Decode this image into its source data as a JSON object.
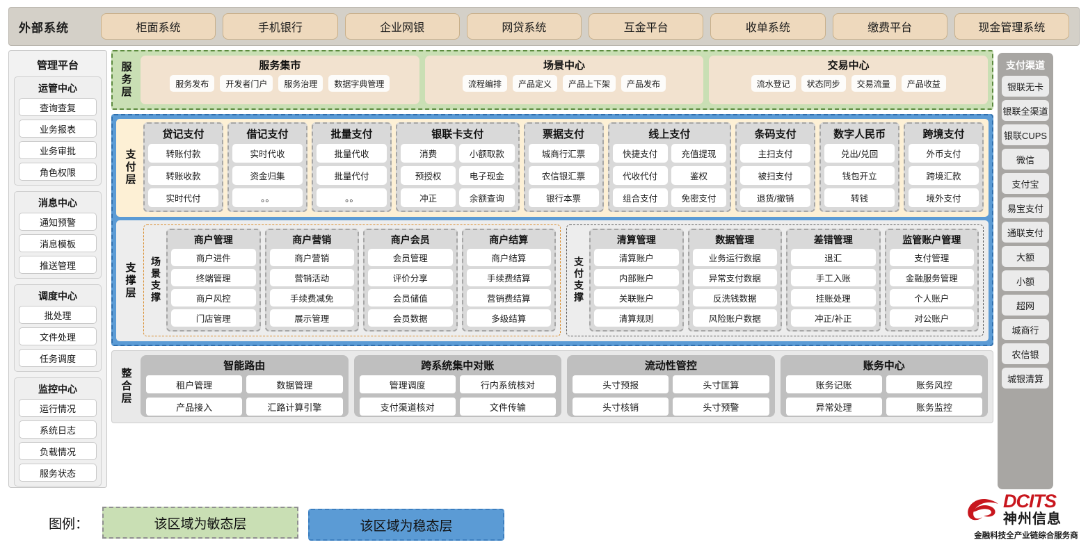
{
  "external": {
    "title": "外部系统",
    "items": [
      "柜面系统",
      "手机银行",
      "企业网银",
      "网贷系统",
      "互金平台",
      "收单系统",
      "缴费平台",
      "现金管理系统"
    ]
  },
  "left_panel": {
    "title": "管理平台",
    "groups": [
      {
        "title": "运管中心",
        "items": [
          "查询查复",
          "业务报表",
          "业务审批",
          "角色权限"
        ]
      },
      {
        "title": "消息中心",
        "items": [
          "通知预警",
          "消息模板",
          "推送管理"
        ]
      },
      {
        "title": "调度中心",
        "items": [
          "批处理",
          "文件处理",
          "任务调度"
        ]
      },
      {
        "title": "监控中心",
        "items": [
          "运行情况",
          "系统日志",
          "负载情况",
          "服务状态"
        ]
      }
    ]
  },
  "right_panel": {
    "title": "支付渠道",
    "items": [
      "银联无卡",
      "银联全渠道",
      "银联CUPS",
      "微信",
      "支付宝",
      "易宝支付",
      "通联支付",
      "大额",
      "小额",
      "超网",
      "城商行",
      "农信银",
      "城银清算"
    ]
  },
  "service_layer": {
    "label": "服务层",
    "boxes": [
      {
        "title": "服务集市",
        "items": [
          "服务发布",
          "开发者门户",
          "服务治理",
          "数据字典管理"
        ]
      },
      {
        "title": "场景中心",
        "items": [
          "流程编排",
          "产品定义",
          "产品上下架",
          "产品发布"
        ]
      },
      {
        "title": "交易中心",
        "items": [
          "流水登记",
          "状态同步",
          "交易流量",
          "产品收益"
        ]
      }
    ]
  },
  "payment_layer": {
    "label": "支付层",
    "columns": [
      {
        "title": "贷记支付",
        "cols": 1,
        "items": [
          "转账付款",
          "转账收款",
          "实时代付"
        ]
      },
      {
        "title": "借记支付",
        "cols": 1,
        "items": [
          "实时代收",
          "资金归集",
          "。。"
        ]
      },
      {
        "title": "批量支付",
        "cols": 1,
        "items": [
          "批量代收",
          "批量代付",
          "。。"
        ]
      },
      {
        "title": "银联卡支付",
        "cols": 2,
        "items": [
          "消费",
          "小额取款",
          "预授权",
          "电子现金",
          "冲正",
          "余额查询"
        ]
      },
      {
        "title": "票据支付",
        "cols": 1,
        "items": [
          "城商行汇票",
          "农信银汇票",
          "银行本票"
        ]
      },
      {
        "title": "线上支付",
        "cols": 2,
        "items": [
          "快捷支付",
          "充值提现",
          "代收代付",
          "鉴权",
          "组合支付",
          "免密支付"
        ]
      },
      {
        "title": "条码支付",
        "cols": 1,
        "items": [
          "主扫支付",
          "被扫支付",
          "退货/撤销"
        ]
      },
      {
        "title": "数字人民币",
        "cols": 1,
        "items": [
          "兑出/兑回",
          "钱包开立",
          "转钱"
        ]
      },
      {
        "title": "跨境支付",
        "cols": 1,
        "items": [
          "外币支付",
          "跨境汇款",
          "境外支付"
        ]
      }
    ]
  },
  "support_layer": {
    "label": "支撑层",
    "groups": [
      {
        "label": "场景支撑",
        "columns": [
          {
            "title": "商户管理",
            "items": [
              "商户进件",
              "终端管理",
              "商户风控",
              "门店管理"
            ]
          },
          {
            "title": "商户营销",
            "items": [
              "商户营销",
              "营销活动",
              "手续费减免",
              "展示管理"
            ]
          },
          {
            "title": "商户会员",
            "items": [
              "会员管理",
              "评价分享",
              "会员储值",
              "会员数据"
            ]
          },
          {
            "title": "商户结算",
            "items": [
              "商户结算",
              "手续费结算",
              "营销费结算",
              "多级结算"
            ]
          }
        ]
      },
      {
        "label": "支付支撑",
        "columns": [
          {
            "title": "清算管理",
            "items": [
              "清算账户",
              "内部账户",
              "关联账户",
              "清算规则"
            ]
          },
          {
            "title": "数据管理",
            "items": [
              "业务运行数据",
              "异常支付数据",
              "反洗钱数据",
              "风险账户数据"
            ]
          },
          {
            "title": "差错管理",
            "items": [
              "退汇",
              "手工入账",
              "挂账处理",
              "冲正/补正"
            ]
          },
          {
            "title": "监管账户管理",
            "items": [
              "支付管理",
              "金融服务管理",
              "个人账户",
              "对公账户"
            ]
          }
        ]
      }
    ]
  },
  "integration_layer": {
    "label": "整合层",
    "boxes": [
      {
        "title": "智能路由",
        "items": [
          "租户管理",
          "数据管理",
          "产品接入",
          "汇路计算引擎"
        ]
      },
      {
        "title": "跨系统集中对账",
        "items": [
          "管理调度",
          "行内系统核对",
          "支付渠道核对",
          "文件传输"
        ]
      },
      {
        "title": "流动性管控",
        "items": [
          "头寸预报",
          "头寸匡算",
          "头寸核销",
          "头寸预警"
        ]
      },
      {
        "title": "账务中心",
        "items": [
          "账务记账",
          "账务风控",
          "异常处理",
          "账务监控"
        ]
      }
    ]
  },
  "legend": {
    "label": "图例：",
    "agile": "该区域为敏态层",
    "stable": "该区域为稳态层",
    "agile_color": "#c9dfb4",
    "stable_color": "#5b9bd5"
  },
  "logo": {
    "name": "DCITS",
    "cn": "神州信息",
    "tagline": "金融科技全产业链综合服务商",
    "brand_color": "#c8161d"
  }
}
